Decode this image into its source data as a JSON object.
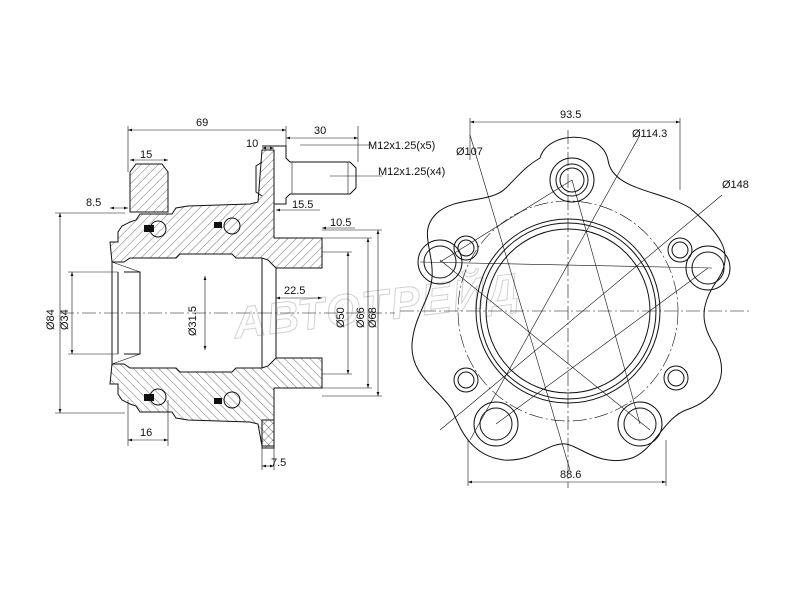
{
  "watermark": "АВТОТРЕЙД",
  "side_view": {
    "dims": {
      "overall_length": "69",
      "stud_length": "30",
      "flange_offset": "10",
      "sensor_width": "15",
      "inner_step": "8.5",
      "hub_step": "15.5",
      "flange_thickness": "10.5",
      "bore_depth": "22.5",
      "inner_race": "16",
      "flange_edge": "7.5"
    },
    "diameters": {
      "outer": "Ø84",
      "bore": "Ø34",
      "inner": "Ø31.5",
      "pilot": "Ø50",
      "hub": "Ø66",
      "flange": "Ø68"
    },
    "stud_thread_x5": "M12x1.25(x5)",
    "stud_thread_x4": "M12x1.25(x4)"
  },
  "front_view": {
    "dims": {
      "top_width": "93.5",
      "bottom_width": "88.6"
    },
    "pcd": {
      "d107": "Ø107",
      "d114": "Ø114.3",
      "d148": "Ø148"
    }
  }
}
